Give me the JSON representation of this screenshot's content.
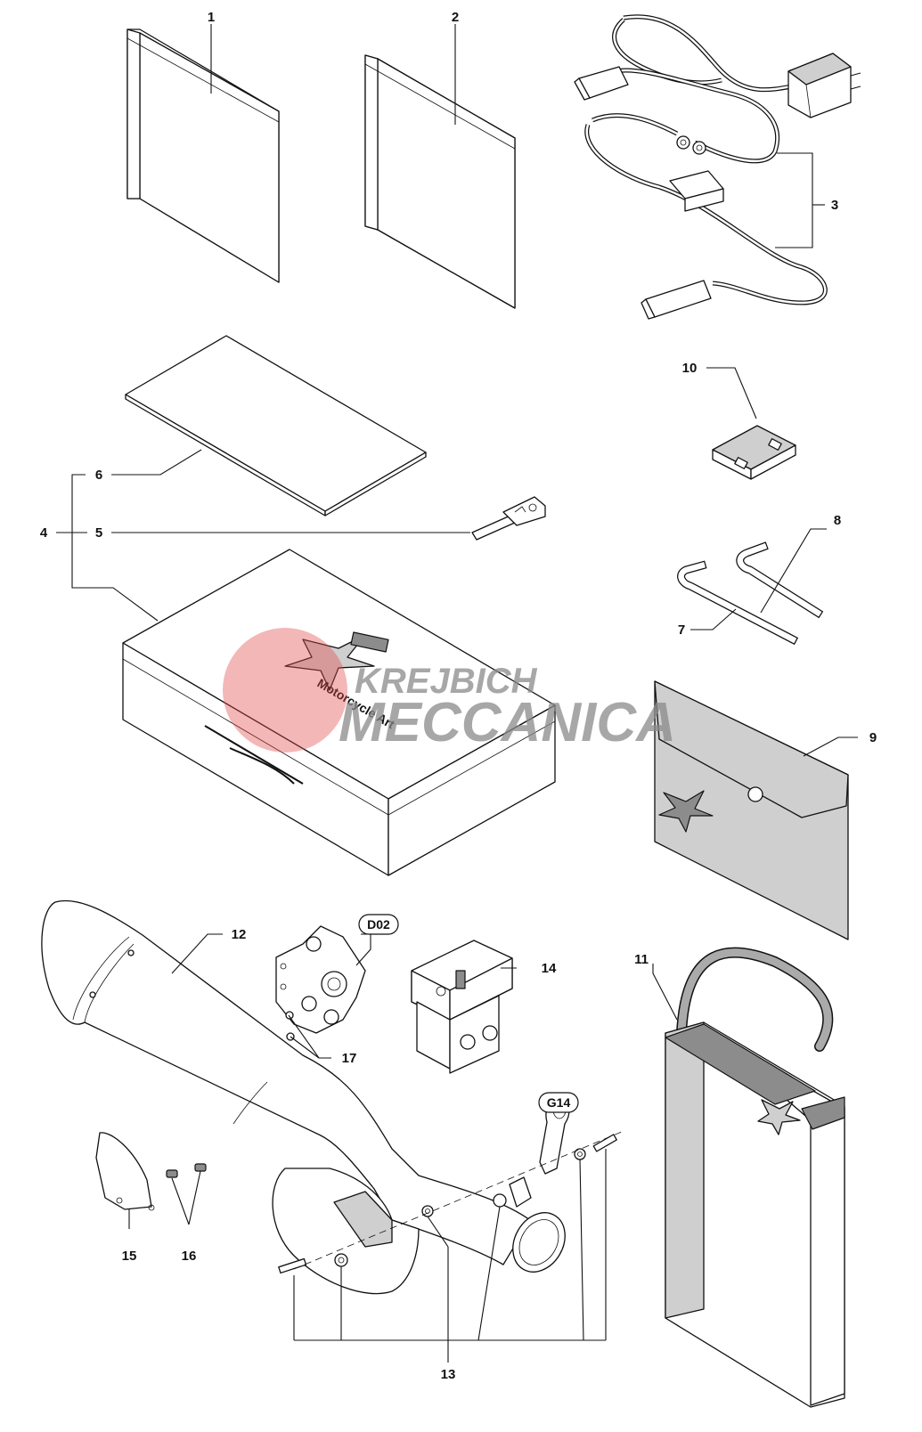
{
  "labels": {
    "p1": "1",
    "p2": "2",
    "p3": "3",
    "p4": "4",
    "p5": "5",
    "p6": "6",
    "p7": "7",
    "p8": "8",
    "p9": "9",
    "p10": "10",
    "p11": "11",
    "p12": "12",
    "p13": "13",
    "p14": "14",
    "p15": "15",
    "p16": "16",
    "p17": "17"
  },
  "references": {
    "d02": "D02",
    "g14": "G14"
  },
  "watermark": {
    "line1": "KREJBICH",
    "line2": "MECCANICA",
    "color": "#e34b4b"
  },
  "box_text": {
    "logo_caption": "Motorcycle Art"
  }
}
